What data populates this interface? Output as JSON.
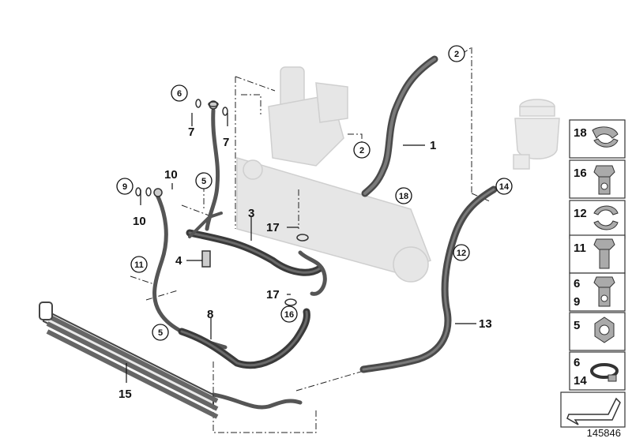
{
  "callouts": {
    "c1": "1",
    "c2a": "2",
    "c2b": "2",
    "c3": "3",
    "c4": "4",
    "c5a": "5",
    "c5b": "5",
    "c6": "6",
    "c7a": "7",
    "c7b": "7",
    "c8": "8",
    "c9": "9",
    "c10a": "10",
    "c10b": "10",
    "c11": "11",
    "c12": "12",
    "c13": "13",
    "c14": "14",
    "c15": "15",
    "c16": "16",
    "c17a": "17",
    "c17b": "17",
    "c18": "18"
  },
  "legend": {
    "items": [
      {
        "label_top": "18",
        "label_bottom": ""
      },
      {
        "label_top": "16",
        "label_bottom": ""
      },
      {
        "label_top": "12",
        "label_bottom": ""
      },
      {
        "label_top": "11",
        "label_bottom": ""
      },
      {
        "label_top": "6",
        "label_bottom": "9"
      },
      {
        "label_top": "5",
        "label_bottom": ""
      },
      {
        "label_top": "6",
        "label_bottom": "14"
      }
    ]
  },
  "document_number": "145846",
  "colors": {
    "hose": "#555555",
    "hose_dark": "#3a3a3a",
    "ghost": "#e2e2e2",
    "ghost_stroke": "#c8c8c8",
    "legend_border": "#333333"
  }
}
